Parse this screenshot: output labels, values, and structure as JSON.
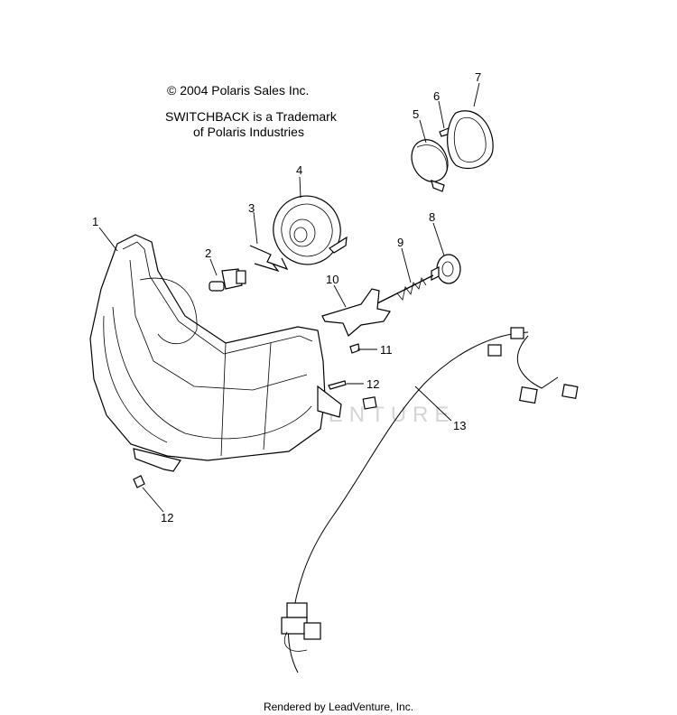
{
  "copyright": "© 2004 Polaris Sales Inc.",
  "trademark_line1": "SWITCHBACK is a Trademark",
  "trademark_line2": "of Polaris Industries",
  "watermark": "LEADVENTURE",
  "footer": "Rendered by LeadVenture, Inc.",
  "callouts": [
    {
      "id": "c1",
      "label": "1"
    },
    {
      "id": "c2",
      "label": "2"
    },
    {
      "id": "c3",
      "label": "3"
    },
    {
      "id": "c4",
      "label": "4"
    },
    {
      "id": "c5",
      "label": "5"
    },
    {
      "id": "c6",
      "label": "6"
    },
    {
      "id": "c7",
      "label": "7"
    },
    {
      "id": "c8",
      "label": "8"
    },
    {
      "id": "c9",
      "label": "9"
    },
    {
      "id": "c10",
      "label": "10"
    },
    {
      "id": "c11",
      "label": "11"
    },
    {
      "id": "c12a",
      "label": "12"
    },
    {
      "id": "c12b",
      "label": "12"
    },
    {
      "id": "c13",
      "label": "13"
    }
  ]
}
